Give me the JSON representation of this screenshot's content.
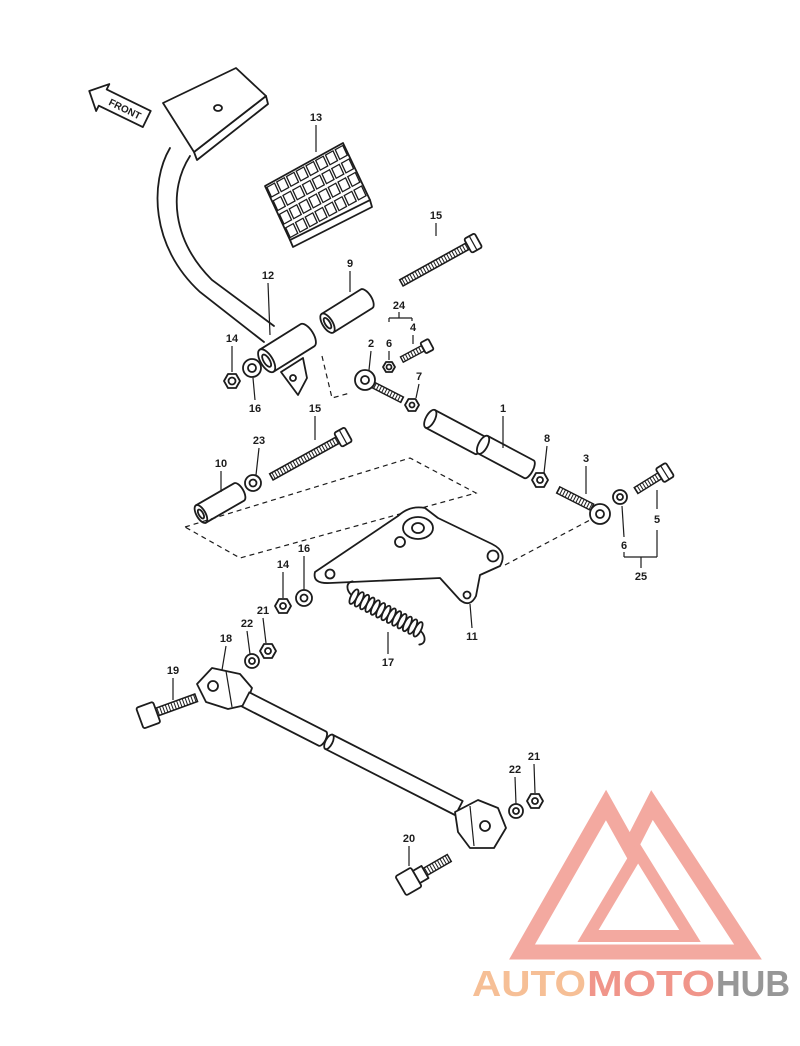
{
  "front_arrow": {
    "label": "FRONT"
  },
  "callouts": [
    "13",
    "15",
    "9",
    "12",
    "24",
    "6",
    "4",
    "14",
    "2",
    "7",
    "16",
    "15",
    "1",
    "8",
    "23",
    "10",
    "3",
    "5",
    "6",
    "25",
    "14",
    "16",
    "21",
    "22",
    "18",
    "17",
    "11",
    "19",
    "21",
    "22",
    "20"
  ],
  "watermark": {
    "auto": "AUTO",
    "moto": "MOTO",
    "hub": "HUB"
  },
  "colors": {
    "line": "#1c1c1c",
    "logo": "#f2a096",
    "auto": "#f6b98b",
    "moto": "#ef8a7e",
    "hub": "#8c8c8c"
  }
}
